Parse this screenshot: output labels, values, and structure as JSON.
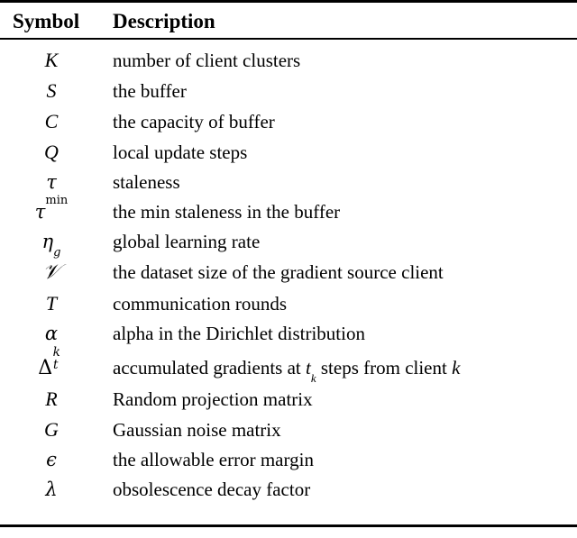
{
  "table": {
    "columns": [
      {
        "key": "symbol",
        "label": "Symbol"
      },
      {
        "key": "description",
        "label": "Description"
      }
    ],
    "rows": [
      {
        "symbol": "K",
        "description": "number of client clusters"
      },
      {
        "symbol": "S",
        "description": "the buffer"
      },
      {
        "symbol": "C",
        "description": "the capacity of buffer"
      },
      {
        "symbol": "Q",
        "description": "local update steps"
      },
      {
        "symbol": "τ",
        "description": "staleness"
      },
      {
        "symbol": "τ^min",
        "description": "the min staleness in the buffer"
      },
      {
        "symbol": "η_g",
        "description": "global learning rate"
      },
      {
        "symbol": "ᵛ",
        "description": "the dataset size of the gradient source client"
      },
      {
        "symbol": "T",
        "description": "communication rounds"
      },
      {
        "symbol": "α",
        "description": "alpha in the Dirichlet distribution"
      },
      {
        "symbol": "Δ_t^k",
        "description": "accumulated gradients at t_k steps from client k"
      },
      {
        "symbol": "R",
        "description": "Random projection matrix"
      },
      {
        "symbol": "G",
        "description": "Gaussian noise matrix"
      },
      {
        "symbol": "ϵ",
        "description": "the allowable error margin"
      },
      {
        "symbol": "λ",
        "description": "obsolescence decay factor"
      }
    ],
    "symbol_glyphs": [
      "K",
      "S",
      "C",
      "Q",
      "τ",
      "τ",
      "η",
      "𝒱",
      "T",
      "α",
      "Δ",
      "R",
      "G",
      "ϵ",
      "λ"
    ],
    "symbol_superscripts": [
      "",
      "",
      "",
      "",
      "",
      "min",
      "",
      "",
      "",
      "",
      "k",
      "",
      "",
      "",
      ""
    ],
    "symbol_subscripts": [
      "",
      "",
      "",
      "",
      "",
      "",
      "g",
      "",
      "",
      "",
      "t",
      "",
      "",
      "",
      ""
    ],
    "description_parts": {
      "delta_row": {
        "pre": "accumulated gradients at ",
        "math1_base": "t",
        "math1_sub": "k",
        "mid": " steps from client ",
        "math2": "k"
      }
    },
    "colors": {
      "text": "#000000",
      "background": "#ffffff",
      "rule": "#000000"
    }
  }
}
